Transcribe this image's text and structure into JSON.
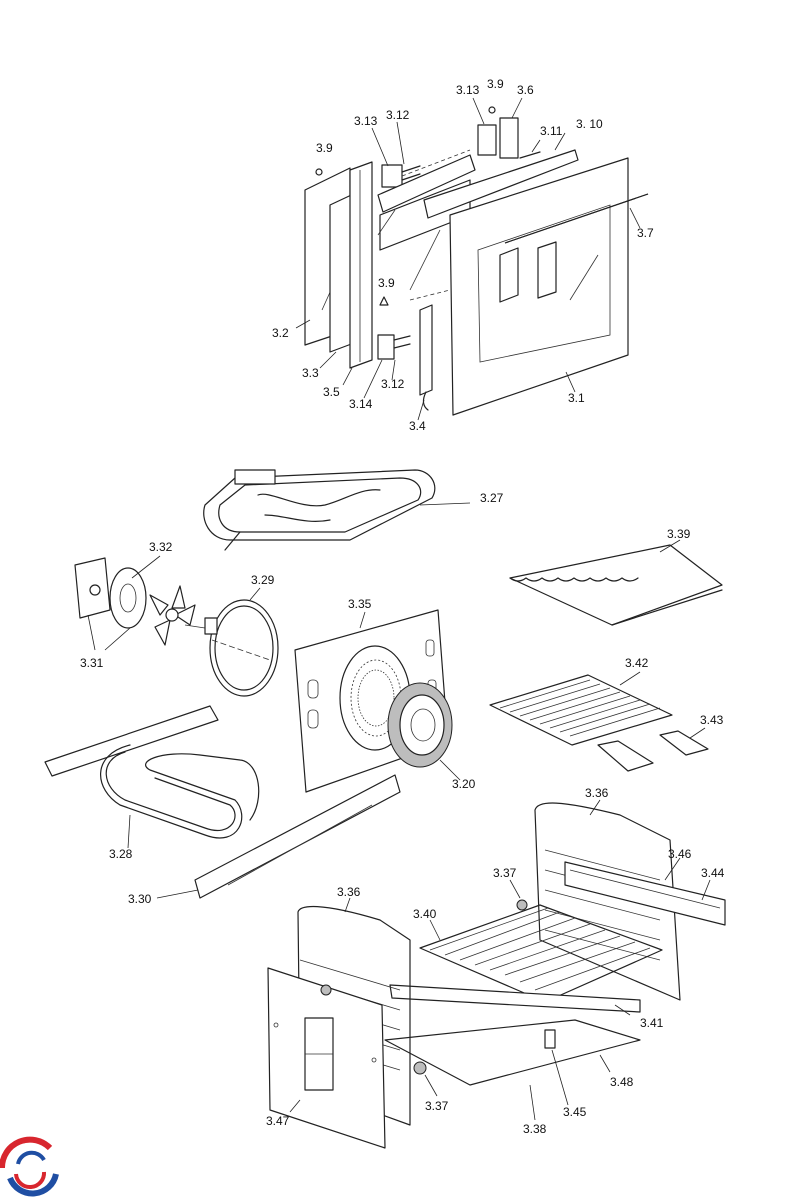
{
  "labels": {
    "l_3_1": "3.1",
    "l_3_2": "3.2",
    "l_3_3": "3.3",
    "l_3_4": "3.4",
    "l_3_5": "3.5",
    "l_3_6": "3.6",
    "l_3_7": "3.7",
    "l_3_9a": "3.9",
    "l_3_9b": "3.9",
    "l_3_9c": "3.9",
    "l_3_10": "3. 10",
    "l_3_11": "3.11",
    "l_3_12a": "3.12",
    "l_3_12b": "3.12",
    "l_3_13a": "3.13",
    "l_3_13b": "3.13",
    "l_3_14": "3.14",
    "l_3_20": "3.20",
    "l_3_27": "3.27",
    "l_3_28": "3.28",
    "l_3_29": "3.29",
    "l_3_30": "3.30",
    "l_3_31": "3.31",
    "l_3_32": "3.32",
    "l_3_35": "3.35",
    "l_3_36a": "3.36",
    "l_3_36b": "3.36",
    "l_3_37a": "3.37",
    "l_3_37b": "3.37",
    "l_3_38": "3.38",
    "l_3_39": "3.39",
    "l_3_40": "3.40",
    "l_3_41": "3.41",
    "l_3_42": "3.42",
    "l_3_43": "3.43",
    "l_3_44": "3.44",
    "l_3_45": "3.45",
    "l_3_46": "3.46",
    "l_3_47": "3.47",
    "l_3_48": "3.48"
  },
  "colors": {
    "logo_red": "#d8262e",
    "logo_blue": "#1f4ea3",
    "line": "#222222"
  },
  "icons": {
    "logo": "brand-swirl-logo"
  }
}
